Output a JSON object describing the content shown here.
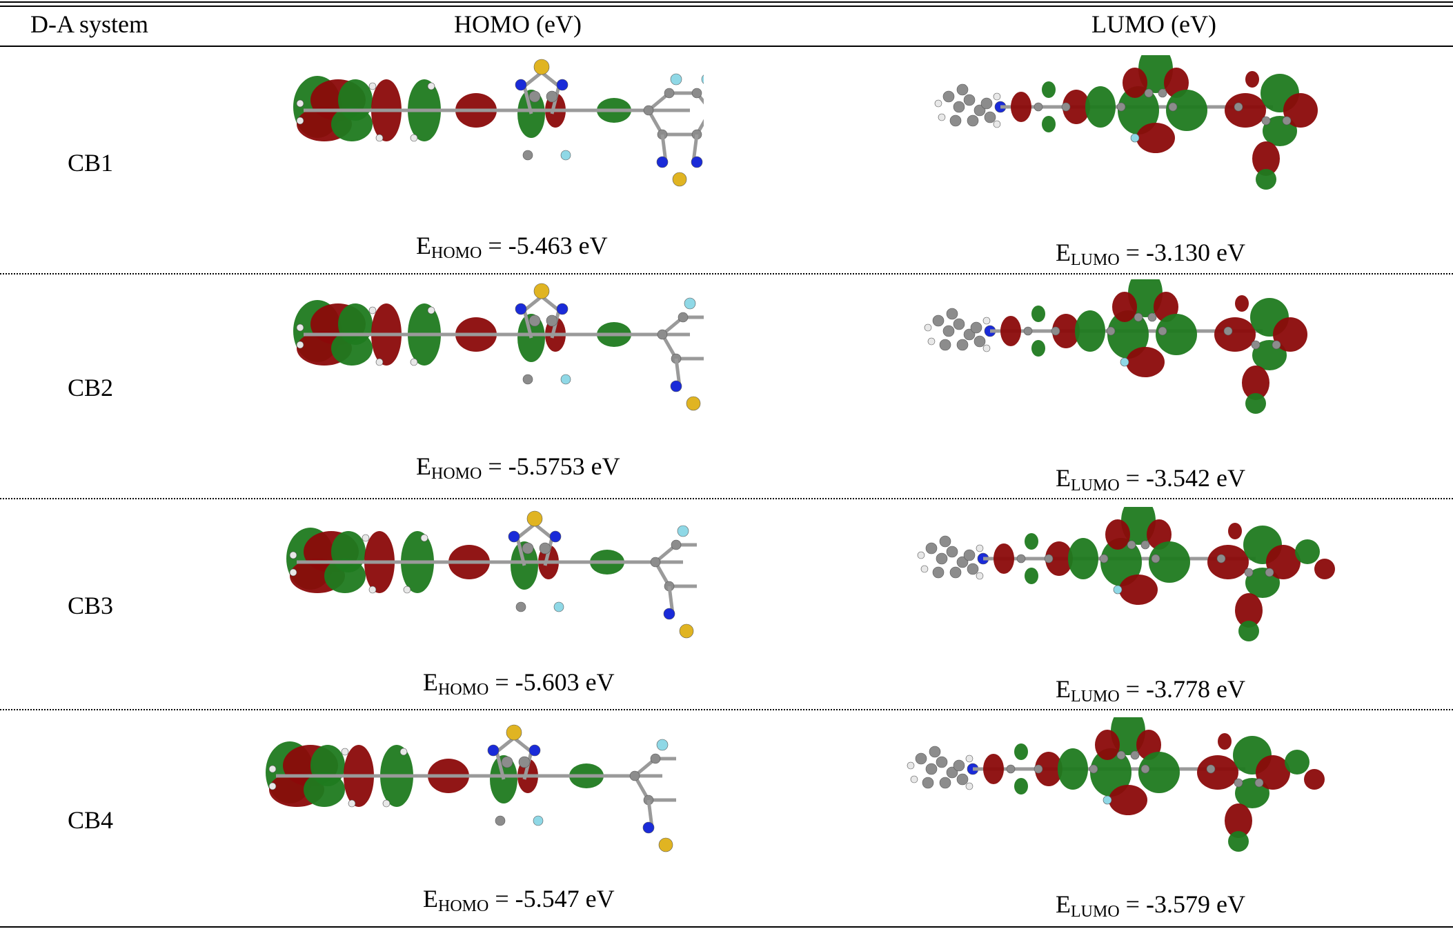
{
  "table": {
    "headers": {
      "system": "D-A system",
      "homo": "HOMO (eV)",
      "lumo": "LUMO (eV)"
    },
    "rows": [
      {
        "name": "CB1",
        "homo_prefix": "E",
        "homo_sub": "HOMO",
        "homo_value": " = -5.463 eV",
        "lumo_prefix": "E",
        "lumo_sub": "LUMO",
        "lumo_value": " = -3.130 eV"
      },
      {
        "name": "CB2",
        "homo_prefix": "E",
        "homo_sub": "HOMO",
        "homo_value": " = -5.5753 eV",
        "lumo_prefix": "E",
        "lumo_sub": "LUMO",
        "lumo_value": " = -3.542 eV"
      },
      {
        "name": "CB3",
        "homo_prefix": "E",
        "homo_sub": "HOMO",
        "homo_value": " = -5.603 eV",
        "lumo_prefix": "E",
        "lumo_sub": "LUMO",
        "lumo_value": " = -3.778 eV"
      },
      {
        "name": "CB4",
        "homo_prefix": "E",
        "homo_sub": "HOMO",
        "homo_value": " = -5.547 eV",
        "lumo_prefix": "E",
        "lumo_sub": "LUMO",
        "lumo_value": " = -3.579 eV"
      }
    ]
  },
  "colors": {
    "lobe_positive": "#8b0a0a",
    "lobe_negative": "#1f7a1f",
    "atom_carbon": "#8c8c8c",
    "atom_nitrogen": "#1a2bd8",
    "atom_sulfur": "#e0b422",
    "atom_fluorine": "#8fd8e6",
    "atom_oxygen": "#e01010",
    "atom_hydrogen": "#e8e8e8"
  }
}
